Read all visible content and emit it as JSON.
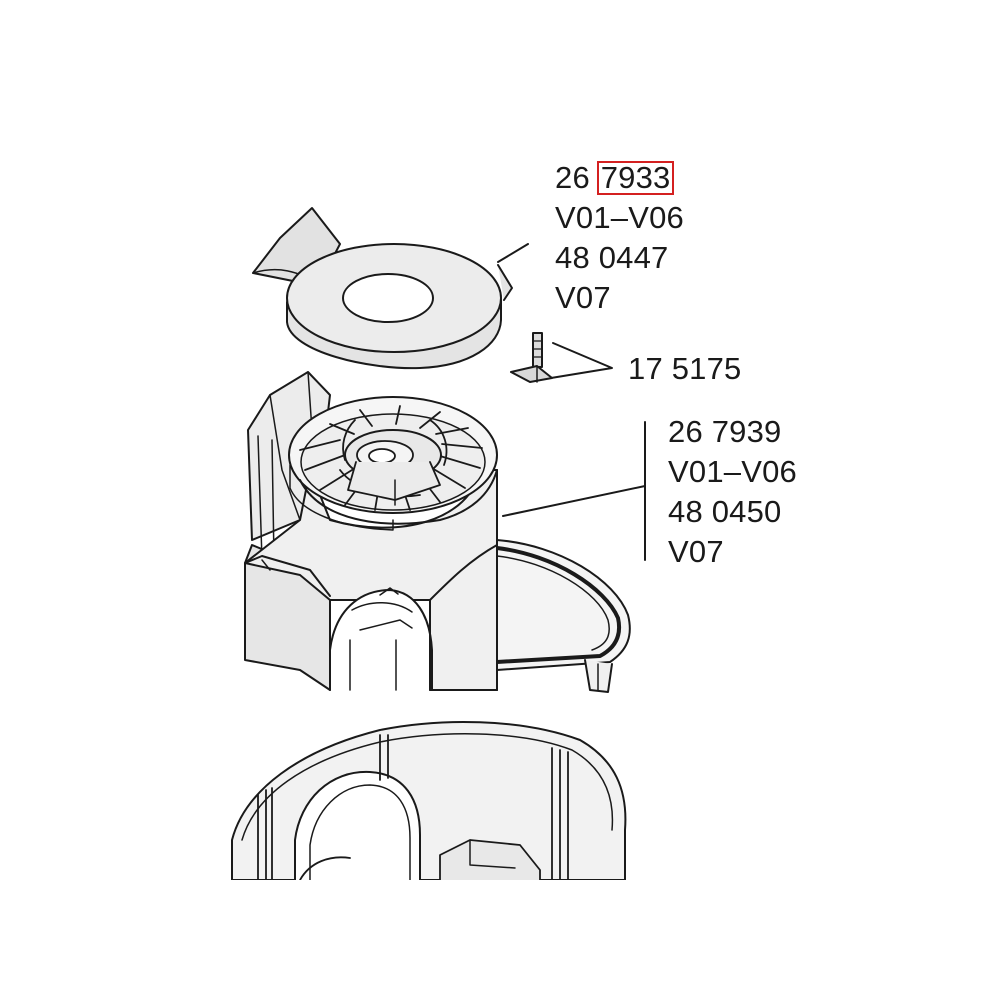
{
  "colors": {
    "line": "#1a1a1a",
    "fill_light": "#f2f2f2",
    "fill_mid": "#e2e2e2",
    "fill_dark": "#c9c9c9",
    "highlight": "#d42020"
  },
  "callouts": {
    "lid": {
      "prefix": "26",
      "highlighted": "7933",
      "lines": [
        "V01–V06",
        "48 0447",
        "V07"
      ]
    },
    "screw": {
      "lines": [
        "17 5175"
      ]
    },
    "housing": {
      "lines": [
        "26 7939",
        "V01–V06",
        "48 0450",
        "V07"
      ]
    }
  }
}
